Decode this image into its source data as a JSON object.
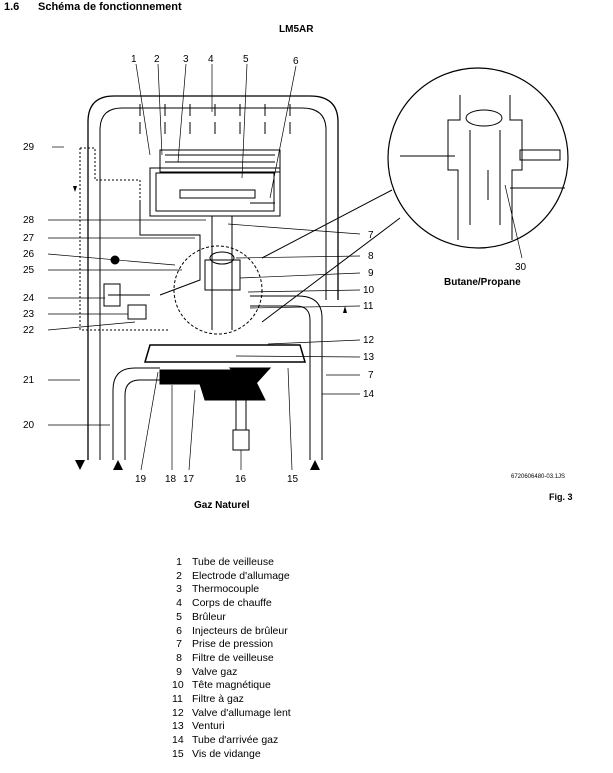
{
  "header": {
    "section_number": "1.6",
    "title": "Schéma de fonctionnement"
  },
  "model": "LM5AR",
  "gas_natural_label": "Gaz Naturel",
  "butane_label": "Butane/Propane",
  "fig_label": "Fig. 3",
  "reference_code": "6720606480-03.1JS",
  "callouts": [
    "1",
    "2",
    "3",
    "4",
    "5",
    "6",
    "7",
    "8",
    "9",
    "10",
    "11",
    "12",
    "13",
    "7",
    "14",
    "15",
    "16",
    "17",
    "18",
    "19",
    "20",
    "21",
    "22",
    "23",
    "24",
    "25",
    "26",
    "27",
    "28",
    "29",
    "30"
  ],
  "legend": [
    {
      "num": "1",
      "text": "Tube de veilleuse"
    },
    {
      "num": "2",
      "text": "Electrode d'allumage"
    },
    {
      "num": "3",
      "text": "Thermocouple"
    },
    {
      "num": "4",
      "text": "Corps de chauffe"
    },
    {
      "num": "5",
      "text": "Brûleur"
    },
    {
      "num": "6",
      "text": "Injecteurs de brûleur"
    },
    {
      "num": "7",
      "text": "Prise de pression"
    },
    {
      "num": "8",
      "text": "Filtre de veilleuse"
    },
    {
      "num": "9",
      "text": "Valve gaz"
    },
    {
      "num": "10",
      "text": "Tête magnétique"
    },
    {
      "num": "11",
      "text": "Filtre à gaz"
    },
    {
      "num": "12",
      "text": "Valve d'allumage lent"
    },
    {
      "num": "13",
      "text": "Venturi"
    },
    {
      "num": "14",
      "text": "Tube d'arrivée gaz"
    },
    {
      "num": "15",
      "text": "Vis de vidange"
    }
  ]
}
